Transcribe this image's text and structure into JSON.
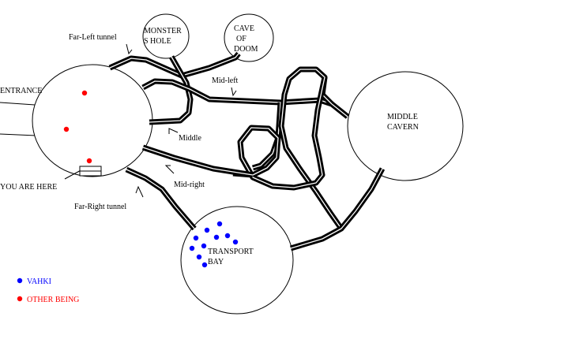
{
  "rooms": {
    "entrance": "ENTRANCE",
    "monster_hole_1": "MONSTER",
    "monster_hole_2": "S HOLE",
    "cave_of_doom_1": "CAVE",
    "cave_of_doom_2": "OF",
    "cave_of_doom_3": "DOOM",
    "middle_cavern_1": "MIDDLE",
    "middle_cavern_2": "CAVERN",
    "transport_bay_1": "TRANSPORT",
    "transport_bay_2": "BAY"
  },
  "tunnels": {
    "far_left": "Far-Left tunnel",
    "mid_left": "Mid-left",
    "middle": "Middle",
    "mid_right": "Mid-right",
    "far_right": "Far-Right tunnel"
  },
  "you_are_here": "YOU ARE HERE",
  "legend": {
    "vahki": "VAHKI",
    "other": "OTHER BEING"
  },
  "colors": {
    "vahki": "#0000ff",
    "other": "#ff0000",
    "line": "#000000"
  }
}
